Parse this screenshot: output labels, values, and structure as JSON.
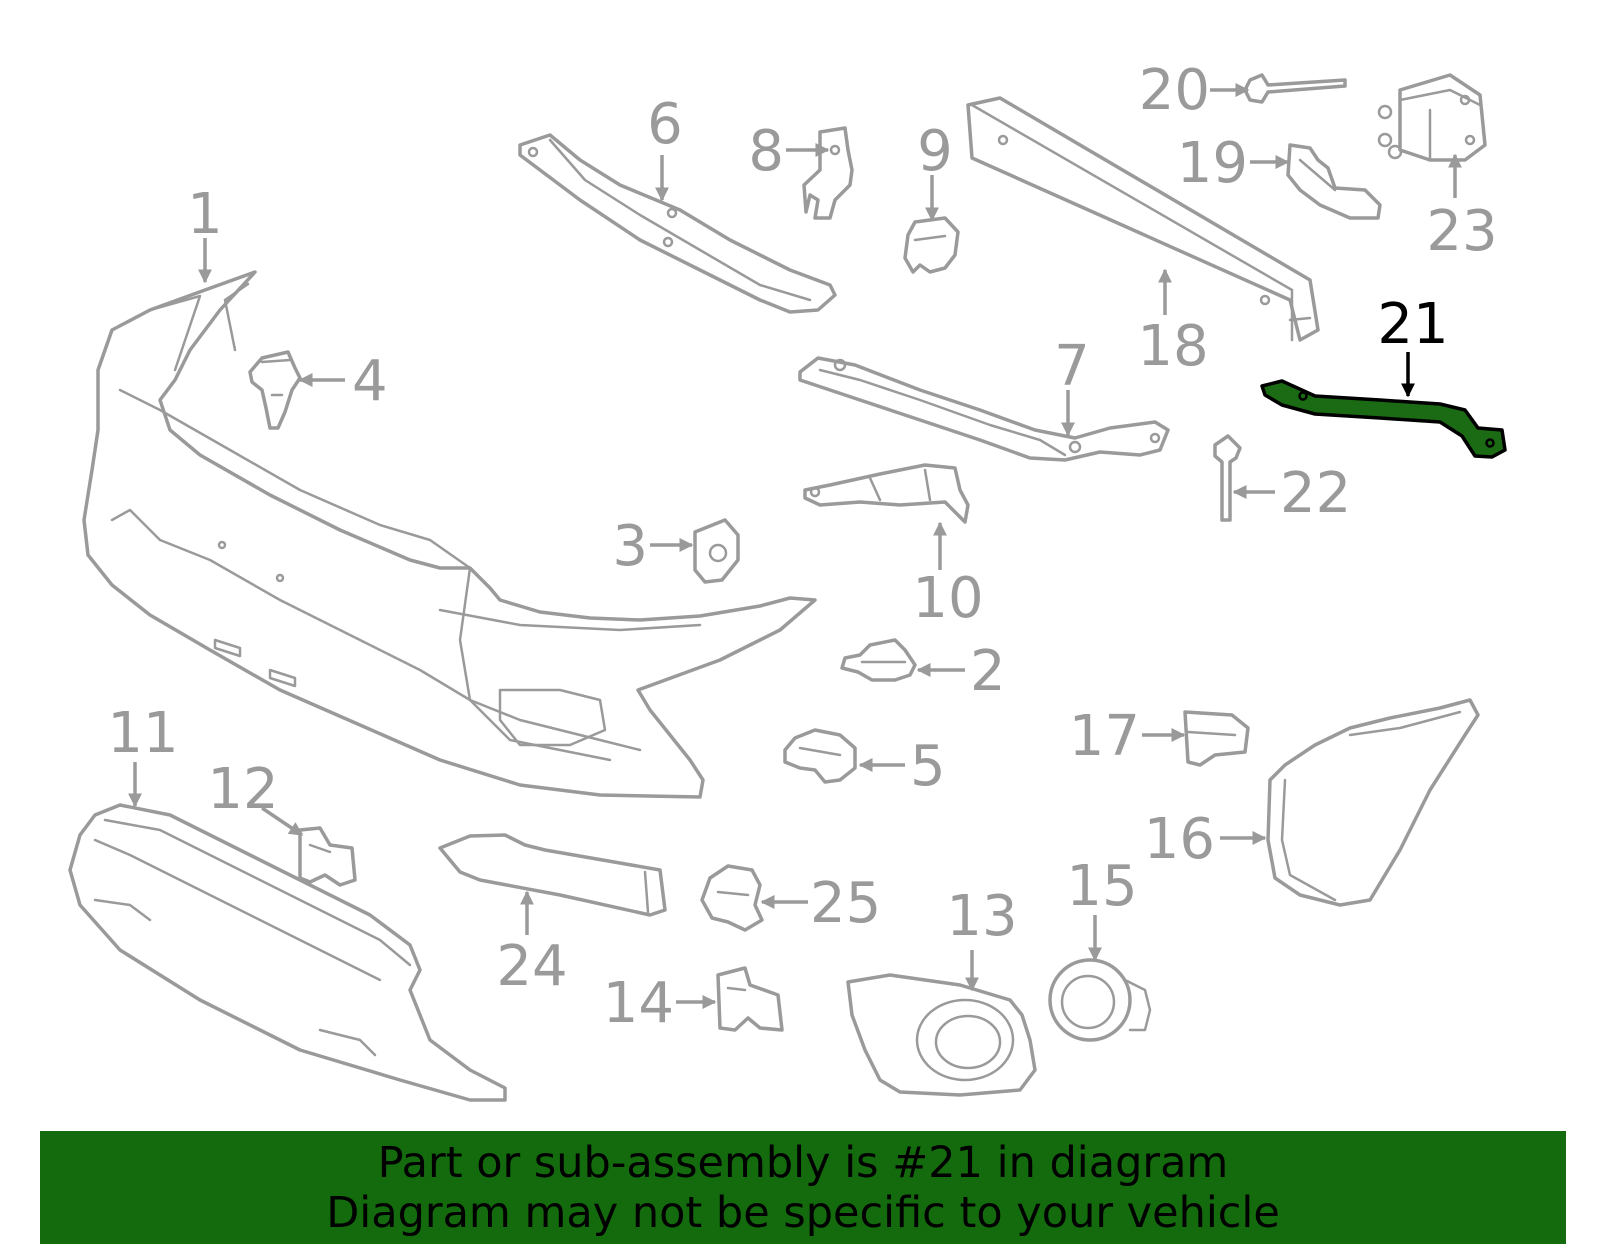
{
  "diagram": {
    "callouts": [
      {
        "id": "1",
        "label": "1"
      },
      {
        "id": "2",
        "label": "2"
      },
      {
        "id": "3",
        "label": "3"
      },
      {
        "id": "4",
        "label": "4"
      },
      {
        "id": "5",
        "label": "5"
      },
      {
        "id": "6",
        "label": "6"
      },
      {
        "id": "7",
        "label": "7"
      },
      {
        "id": "8",
        "label": "8"
      },
      {
        "id": "9",
        "label": "9"
      },
      {
        "id": "10",
        "label": "10"
      },
      {
        "id": "11",
        "label": "11"
      },
      {
        "id": "12",
        "label": "12"
      },
      {
        "id": "13",
        "label": "13"
      },
      {
        "id": "14",
        "label": "14"
      },
      {
        "id": "15",
        "label": "15"
      },
      {
        "id": "16",
        "label": "16"
      },
      {
        "id": "17",
        "label": "17"
      },
      {
        "id": "18",
        "label": "18"
      },
      {
        "id": "19",
        "label": "19"
      },
      {
        "id": "20",
        "label": "20"
      },
      {
        "id": "21",
        "label": "21"
      },
      {
        "id": "22",
        "label": "22"
      },
      {
        "id": "23",
        "label": "23"
      },
      {
        "id": "24",
        "label": "24"
      },
      {
        "id": "25",
        "label": "25"
      }
    ],
    "highlighted_part": "21",
    "colors": {
      "line_art": "#9a9a9a",
      "highlight_fill": "#1b6b14",
      "highlight_stroke": "#000000",
      "banner_bg": "#136b0d",
      "banner_text": "#000000"
    }
  },
  "banner": {
    "line1": "Part or sub-assembly is #21 in diagram",
    "line2": "Diagram may not be specific to your vehicle"
  }
}
